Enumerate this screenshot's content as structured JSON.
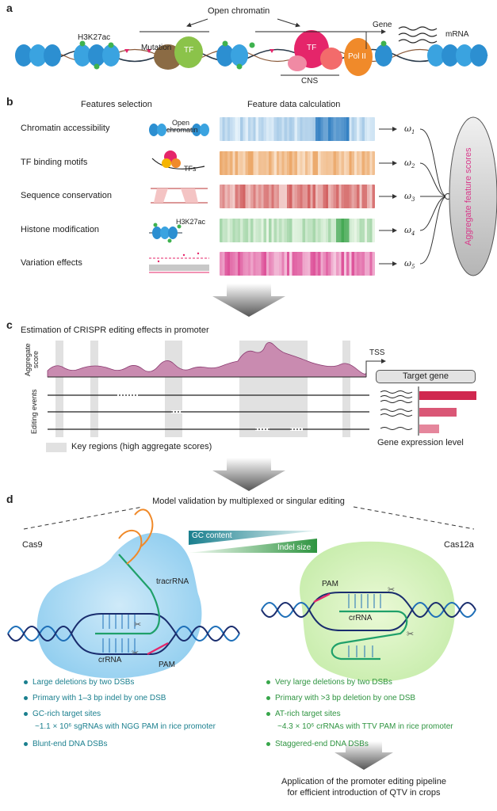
{
  "panels": {
    "a": "a",
    "b": "b",
    "c": "c",
    "d": "d"
  },
  "panel_a": {
    "open_chromatin": "Open chromatin",
    "h3k27ac": "H3K27ac",
    "mutation": "Mutation",
    "tf_left": "TF",
    "tf_right": "TF",
    "pol2": "Pol II",
    "gene": "Gene",
    "mrna": "mRNA",
    "cns": "CNS"
  },
  "panel_b": {
    "col_features": "Features selection",
    "col_calc": "Feature data calculation",
    "icon_open_chromatin": "Open chromatin",
    "icon_tfs": "TFs",
    "icon_h3k27ac": "H3K27ac",
    "features": [
      {
        "label": "Chromatin accessibility",
        "omega": "ω",
        "sub": "1",
        "color": "#2b7bc0"
      },
      {
        "label": "TF binding motifs",
        "omega": "ω",
        "sub": "2",
        "color": "#e89a52"
      },
      {
        "label": "Sequence conservation",
        "omega": "ω",
        "sub": "3",
        "color": "#cc4a4a"
      },
      {
        "label": "Histone modification",
        "omega": "ω",
        "sub": "4",
        "color": "#3fa64f"
      },
      {
        "label": "Variation effects",
        "omega": "ω",
        "sub": "5",
        "color": "#d8388a"
      }
    ],
    "aggregate": "Aggregate feature scores"
  },
  "panel_c": {
    "title": "Estimation of CRISPR editing effects in promoter",
    "y_score": "Aggregate score",
    "y_events": "Editing events",
    "tss": "TSS",
    "target_gene": "Target gene",
    "legend": "Key regions (high aggregate scores)",
    "expression": "Gene expression level",
    "expression_levels": [
      1.0,
      0.65,
      0.35
    ]
  },
  "panel_d": {
    "title": "Model validation by multiplexed or singular editing",
    "cas9": "Cas9",
    "cas12a": "Cas12a",
    "gc_content": "GC content",
    "indel_size": "Indel size",
    "tracrrna": "tracrRNA",
    "crrna_left": "crRNA",
    "crrna_right": "crRNA",
    "pam_left": "PAM",
    "pam_right": "PAM",
    "cas9_bullets": [
      "Large deletions by two DSBs",
      "Primary with 1–3 bp indel by one DSB",
      "GC-rich target sites",
      "~1.1 × 10⁶ sgRNAs with NGG PAM in rice promoter",
      "Blunt-end DNA DSBs"
    ],
    "cas12_bullets": [
      "Very large deletions by two DSBs",
      "Primary with >3 bp deletion by one DSB",
      "AT-rich target sites",
      "~4.3 × 10⁶ crRNAs with TTV PAM in rice promoter",
      "Staggered-end DNA DSBs"
    ],
    "application_line1": "Application of the promoter editing pipeline",
    "application_line2": "for efficient introduction of QTV in crops"
  },
  "colors": {
    "cas9_text": "#1a7f8e",
    "cas12_text": "#2e9440",
    "aggregate_text": "#d8388a",
    "expression_bar": "#d0284f",
    "aggregate_fill": "#c98bb0"
  }
}
